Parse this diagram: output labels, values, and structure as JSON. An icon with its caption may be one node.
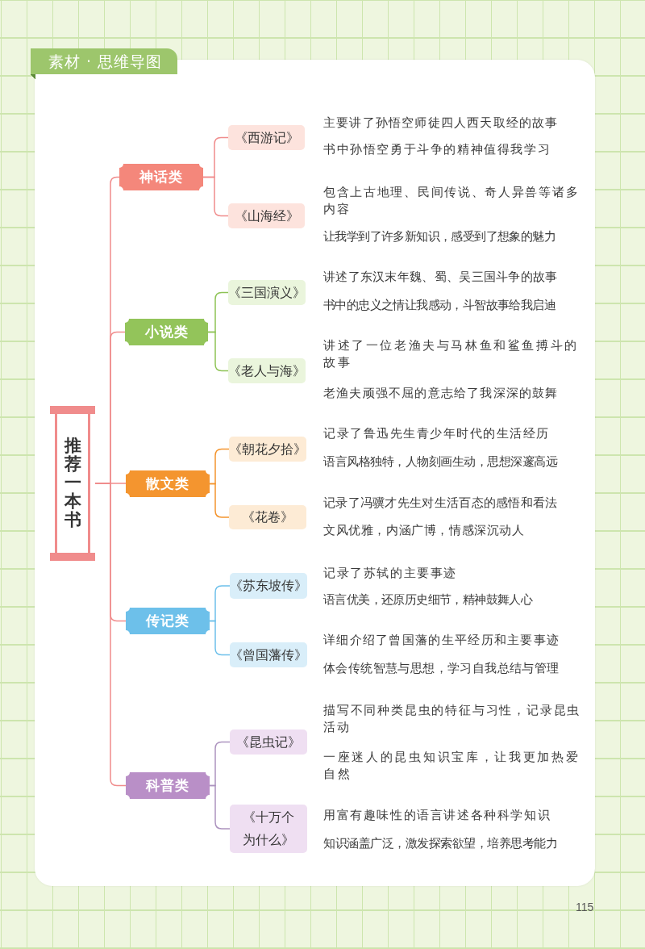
{
  "diagram": {
    "title": "素材 · 思维导图",
    "nodes": [
      {
        "text": [
          "推荐一本书"
        ]
      },
      {
        "text": [
          "神话类"
        ]
      },
      {
        "text": [
          "《西游记》"
        ],
        "beside": [
          "主要讲了孙悟空师徒四人西天取经的故事",
          "书中孙悟空勇于斗争的精神值得我学习"
        ]
      },
      {
        "text": [
          "《山海经》"
        ],
        "beside": [
          "包含上古地理、民间传说、奇人异兽等诸多内容",
          "让我学到了许多新知识，感受到了想象的魅力"
        ]
      },
      {
        "text": [
          "小说类"
        ]
      },
      {
        "text": [
          "《三国演义》"
        ],
        "beside": [
          "讲述了东汉末年魏、蜀、吴三国斗争的故事",
          "书中的忠义之情让我感动，斗智故事给我启迪"
        ]
      },
      {
        "text": [
          "《老人与海》"
        ],
        "beside": [
          "讲述了一位老渔夫与马林鱼和鲨鱼搏斗的故事",
          "老渔夫顽强不屈的意志给了我深深的鼓舞"
        ]
      },
      {
        "text": [
          "散文类"
        ]
      },
      {
        "text": [
          "《朝花夕拾》"
        ],
        "beside": [
          "记录了鲁迅先生青少年时代的生活经历",
          "语言风格独特，人物刻画生动，思想深邃高远"
        ]
      },
      {
        "text": [
          "《花卷》"
        ],
        "beside": [
          "记录了冯骥才先生对生活百态的感悟和看法",
          "文风优雅，内涵广博，情感深沉动人"
        ]
      },
      {
        "text": [
          "传记类"
        ]
      },
      {
        "text": [
          "《苏东坡传》"
        ],
        "beside": [
          "记录了苏轼的主要事迹",
          "语言优美，还原历史细节，精神鼓舞人心"
        ]
      },
      {
        "text": [
          "《曾国藩传》"
        ],
        "beside": [
          "详细介绍了曾国藩的生平经历和主要事迹",
          "体会传统智慧与思想，学习自我总结与管理"
        ]
      },
      {
        "text": [
          "科普类"
        ]
      },
      {
        "text": [
          "《昆虫记》"
        ],
        "beside": [
          "描写不同种类昆虫的特征与习性，记录昆虫活动",
          "一座迷人的昆虫知识宝库，让我更加热爱自然"
        ]
      },
      {
        "text": [
          "《十万个为什么》"
        ],
        "beside": [
          "用富有趣味性的语言讲述各种科学知识",
          "知识涵盖广泛，激发探索欲望，培养思考能力"
        ]
      }
    ],
    "edges": [
      {
        "from": 0,
        "to": 1,
        "arrow": "none"
      },
      {
        "from": 0,
        "to": 4,
        "arrow": "none"
      },
      {
        "from": 0,
        "to": 7,
        "arrow": "none"
      },
      {
        "from": 0,
        "to": 10,
        "arrow": "none"
      },
      {
        "from": 0,
        "to": 13,
        "arrow": "none"
      },
      {
        "from": 1,
        "to": 2,
        "arrow": "none"
      },
      {
        "from": 1,
        "to": 3,
        "arrow": "none"
      },
      {
        "from": 4,
        "to": 5,
        "arrow": "none",
        "color": "#8ec356"
      },
      {
        "from": 4,
        "to": 6,
        "arrow": "none",
        "color": "#8ec356"
      },
      {
        "from": 7,
        "to": 8,
        "arrow": "none",
        "color": "#f4952f"
      },
      {
        "from": 7,
        "to": 9,
        "arrow": "none",
        "color": "#f4952f"
      },
      {
        "from": 10,
        "to": 11,
        "arrow": "none",
        "color": "#6dc0ea"
      },
      {
        "from": 10,
        "to": 12,
        "arrow": "none",
        "color": "#6dc0ea"
      },
      {
        "from": 13,
        "to": 14,
        "arrow": "none",
        "color": "#ad94bf"
      },
      {
        "from": 13,
        "to": 15,
        "arrow": "none",
        "color": "#ad94bf"
      }
    ],
    "labels": [
      "115"
    ]
  }
}
